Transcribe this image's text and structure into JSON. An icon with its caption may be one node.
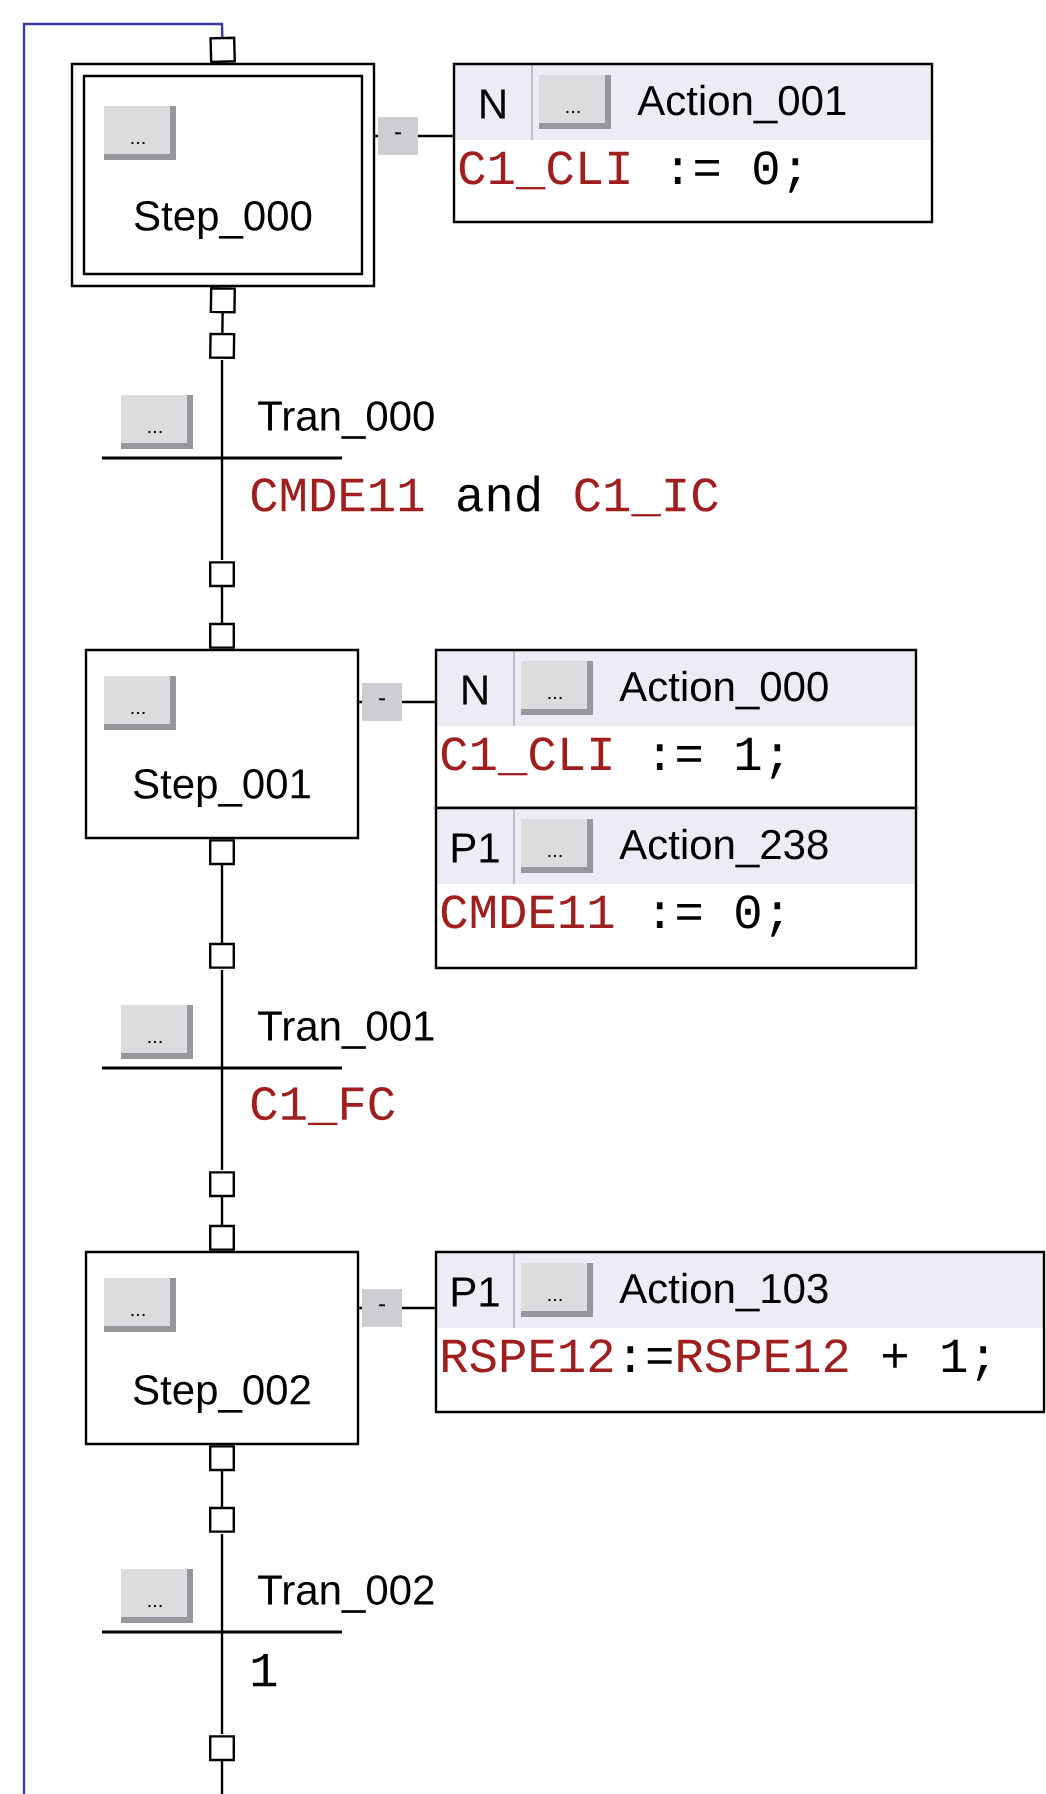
{
  "diagram": {
    "nodes": [
      {
        "text": [
          "...",
          "Step_000"
        ]
      },
      {
        "text": [
          "N",
          "...",
          "Action_001",
          "C1_CLI := 0;"
        ]
      },
      {
        "text": [
          "...",
          "Tran_000",
          "CMDE11 and C1_IC"
        ]
      },
      {
        "text": [
          "...",
          "Step_001"
        ]
      },
      {
        "text": [
          "N",
          "...",
          "Action_000",
          "C1_CLI := 1;"
        ]
      },
      {
        "text": [
          "P1",
          "...",
          "Action_238",
          "CMDE11 := 0;"
        ]
      },
      {
        "text": [
          "...",
          "Tran_001",
          "C1_FC"
        ]
      },
      {
        "text": [
          "...",
          "Step_002"
        ]
      },
      {
        "text": [
          "P1",
          "...",
          "Action_103",
          "RSPE12:=RSPE12 + 1;"
        ]
      },
      {
        "text": [
          "...",
          "Tran_002",
          "1"
        ]
      }
    ],
    "edges": [
      {
        "from": 0,
        "to": 1,
        "arrow": "none",
        "label": "-"
      },
      {
        "from": 0,
        "to": 2,
        "arrow": "other"
      },
      {
        "from": 2,
        "to": 3,
        "arrow": "other"
      },
      {
        "from": 3,
        "to": 4,
        "arrow": "none",
        "label": "-"
      },
      {
        "from": 3,
        "to": 6,
        "arrow": "other"
      },
      {
        "from": 6,
        "to": 7,
        "arrow": "other"
      },
      {
        "from": 7,
        "to": 8,
        "arrow": "none",
        "label": "-"
      },
      {
        "from": 7,
        "to": 9,
        "arrow": "other"
      },
      {
        "from": 9,
        "to": null,
        "arrow": "other"
      },
      {
        "from": null,
        "to": 0,
        "arrow": "other",
        "color": "#3c3ca0"
      }
    ]
  }
}
